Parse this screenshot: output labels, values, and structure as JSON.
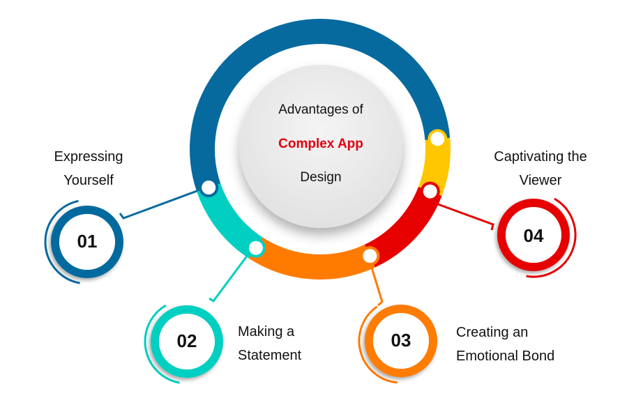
{
  "title": {
    "line1": "Advantages of",
    "line2": "Complex App",
    "line3": "Design",
    "highlight_color": "#e0000f"
  },
  "colors": {
    "blue": "#066a9e",
    "yellow": "#ffc700",
    "red": "#e60000",
    "orange": "#ff7b00",
    "teal": "#00cfc1"
  },
  "items": [
    {
      "number": "01",
      "line1": "Expressing",
      "line2": "Yourself",
      "color": "#066a9e"
    },
    {
      "number": "02",
      "line1": "Making a",
      "line2": "Statement",
      "color": "#00cfc1"
    },
    {
      "number": "03",
      "line1": "Creating an",
      "line2": "Emotional Bond",
      "color": "#ff7b00"
    },
    {
      "number": "04",
      "line1": "Captivating the",
      "line2": "Viewer",
      "color": "#e60000"
    }
  ]
}
